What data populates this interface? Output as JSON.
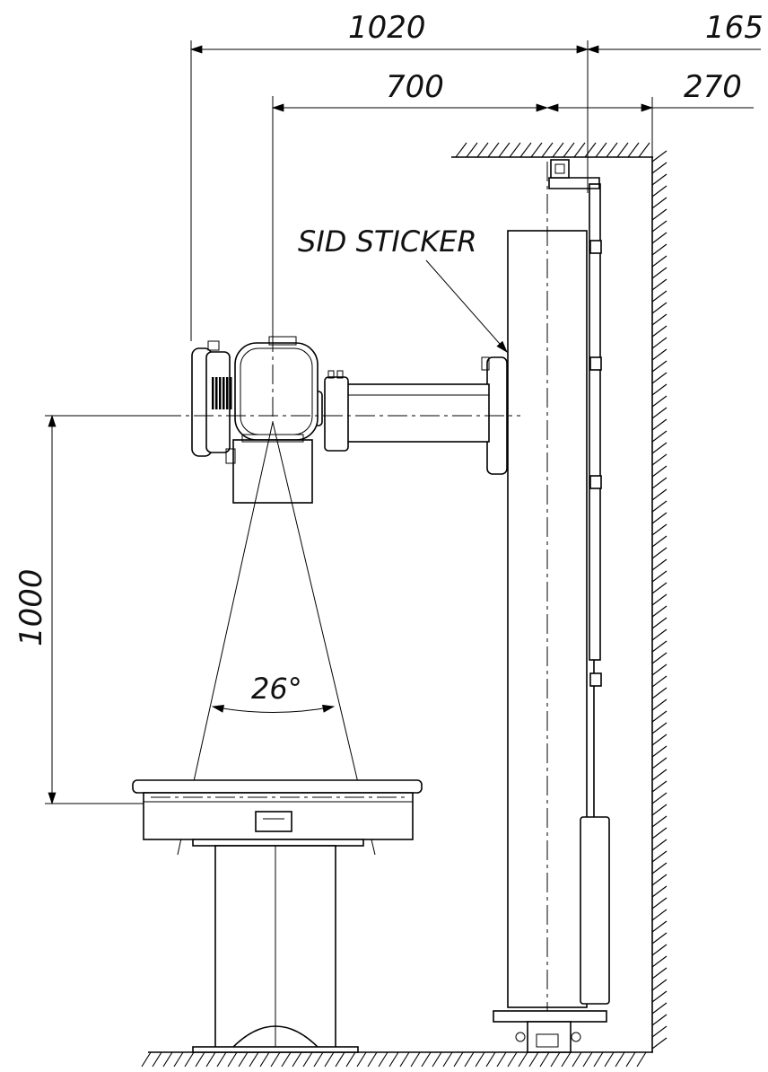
{
  "dimensions": {
    "overall_width": "1020",
    "wall_offset_top": "165",
    "tube_to_column": "700",
    "column_to_wall": "270",
    "sid_vertical": "1000"
  },
  "beam_angle": "26°",
  "labels": {
    "sid_sticker": "SID STICKER"
  }
}
